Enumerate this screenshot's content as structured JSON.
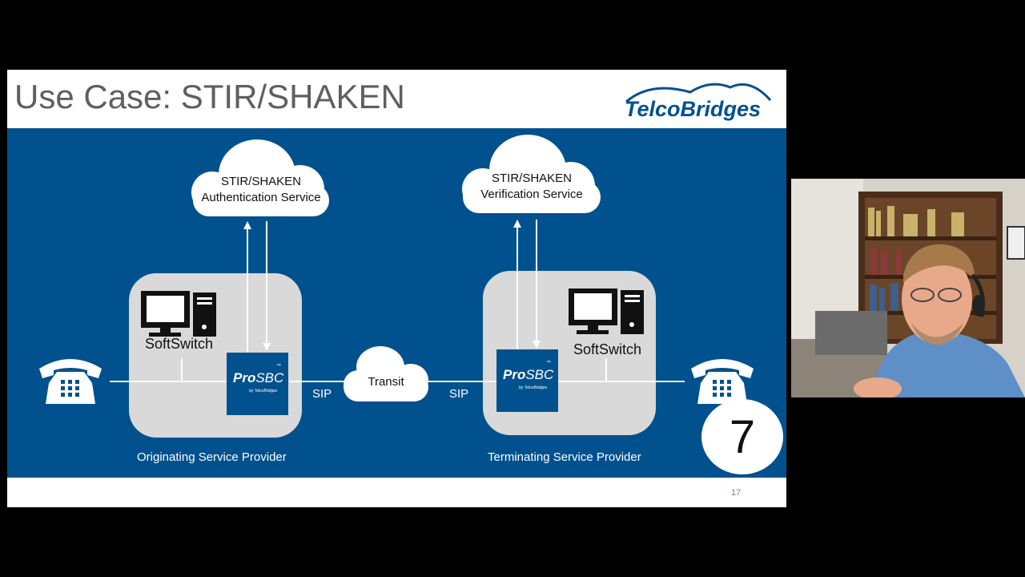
{
  "slide": {
    "title": "Use Case: STIR/SHAKEN",
    "logo_text": "TelcoBridges",
    "page_number": "17"
  },
  "diagram": {
    "auth_cloud": {
      "line1": "STIR/SHAKEN",
      "line2": "Authentication Service"
    },
    "verify_cloud": {
      "line1": "STIR/SHAKEN",
      "line2": "Verification Service"
    },
    "transit_cloud": "Transit",
    "softswitch_left": "SoftSwitch",
    "softswitch_right": "SoftSwitch",
    "prosbc_left": {
      "brand_bold": "Pro",
      "brand_rest": "SBC",
      "tm": "™",
      "by": "by TelcoBridges"
    },
    "prosbc_right": {
      "brand_bold": "Pro",
      "brand_rest": "SBC",
      "tm": "™",
      "by": "by TelcoBridges"
    },
    "sip_left": "SIP",
    "sip_right": "SIP",
    "originating_label": "Originating Service Provider",
    "terminating_label": "Terminating Service Provider"
  },
  "overlay": {
    "badge_number": "7"
  },
  "colors": {
    "slide_blue": "#00518e",
    "box_gray": "#d9d9d9",
    "title_gray": "#5f5f5f",
    "background": "#000000"
  },
  "icons": [
    "telephone-icon",
    "desktop-computer-icon",
    "cloud-icon",
    "arrow-up-icon",
    "arrow-down-icon",
    "person-video-icon"
  ]
}
